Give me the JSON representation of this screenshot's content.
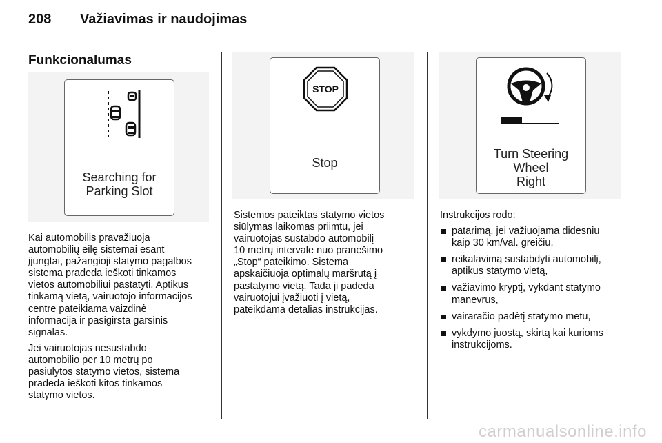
{
  "header": {
    "page_number": "208",
    "title": "Važiavimas ir naudojimas"
  },
  "section_heading": "Funkcionalumas",
  "figures": {
    "parking": {
      "line1": "Searching for",
      "line2": "Parking Slot"
    },
    "stop": {
      "sign_text": "STOP",
      "label": "Stop"
    },
    "steering": {
      "line1": "Turn Steering",
      "line2": "Wheel",
      "line3": "Right",
      "progress": 0.35
    }
  },
  "column1": {
    "paragraph1_lines": [
      "Kai automobilis pravažiuoja",
      "automobilių eilę sistemai esant",
      "įjungtai, pažangioji statymo pagalbos",
      "sistema pradeda ieškoti tinkamos",
      "vietos automobiliui pastatyti. Aptikus",
      "tinkamą vietą, vairuotojo informacijos",
      "centre pateikiama vaizdinė",
      "informacija ir pasigirsta garsinis",
      "signalas."
    ],
    "paragraph2_lines": [
      "Jei vairuotojas nesustabdo",
      "automobilio per 10 metrų po",
      "pasiūlytos statymo vietos, sistema",
      "pradeda ieškoti kitos tinkamos",
      "statymo vietos."
    ]
  },
  "column2": {
    "paragraph_lines": [
      "Sistemos pateiktas statymo vietos",
      "siūlymas laikomas priimtu, jei",
      "vairuotojas sustabdo automobilį",
      "10 metrų intervale nuo pranešimo",
      "„Stop“ pateikimo. Sistema",
      "apskaičiuoja optimalų maršrutą į",
      "pastatymo vietą. Tada ji padeda",
      "vairuotojui įvažiuoti į vietą,",
      "pateikdama detalias instrukcijas."
    ]
  },
  "column3": {
    "intro": "Instrukcijos rodo:",
    "items": [
      {
        "line1": "patarimą, jei važiuojama didesniu",
        "line2": "kaip 30 km/val. greičiu,"
      },
      {
        "line1": "reikalavimą sustabdyti automobilį,",
        "line2": "aptikus statymo vietą,"
      },
      {
        "line1": "važiavimo kryptį, vykdant statymo",
        "line2": "manevrus,"
      },
      {
        "line1": "vairaračio padėtį statymo metu,",
        "line2": ""
      },
      {
        "line1": "vykdymo juostą, skirtą kai kurioms",
        "line2": "instrukcijoms."
      }
    ]
  },
  "watermark": "carmanualsonline.info"
}
